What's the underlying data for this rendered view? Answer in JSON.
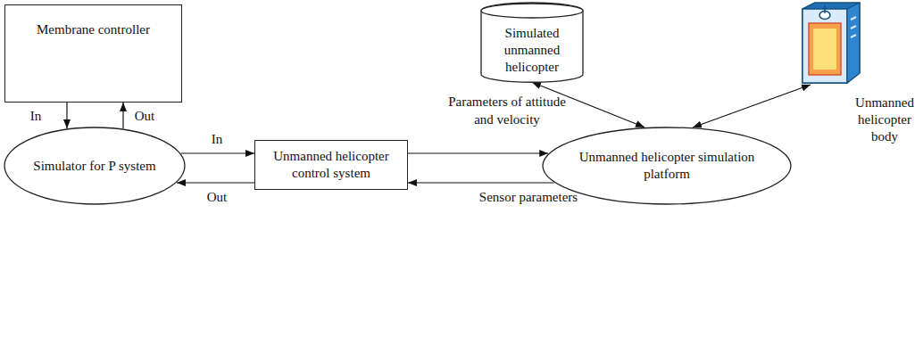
{
  "diagram": {
    "nodes": [
      {
        "text": [
          "Membrane controller"
        ]
      },
      {
        "text": [
          "Simulator for P system"
        ]
      },
      {
        "text": [
          "Unmanned helicopter control system"
        ]
      },
      {
        "text": [
          "Unmanned helicopter simulation platform"
        ]
      },
      {
        "text": [
          "Simulated unmanned helicopter"
        ]
      },
      {
        "text": [
          "Unmanned helicopter body"
        ]
      }
    ],
    "edges": [
      {
        "from": 0,
        "to": 1,
        "label": "In",
        "arrow": "to"
      },
      {
        "from": 1,
        "to": 0,
        "label": "Out",
        "arrow": "to"
      },
      {
        "from": 1,
        "to": 2,
        "label": "In",
        "arrow": "to"
      },
      {
        "from": 2,
        "to": 1,
        "label": "Out",
        "arrow": "to"
      },
      {
        "from": 2,
        "to": 3,
        "label": "Parameters of attitude and velocity",
        "arrow": "to"
      },
      {
        "from": 3,
        "to": 2,
        "label": "Sensor parameters",
        "arrow": "to"
      },
      {
        "from": 4,
        "to": 3,
        "arrow": "both"
      },
      {
        "from": 5,
        "to": 3,
        "arrow": "both"
      }
    ]
  }
}
